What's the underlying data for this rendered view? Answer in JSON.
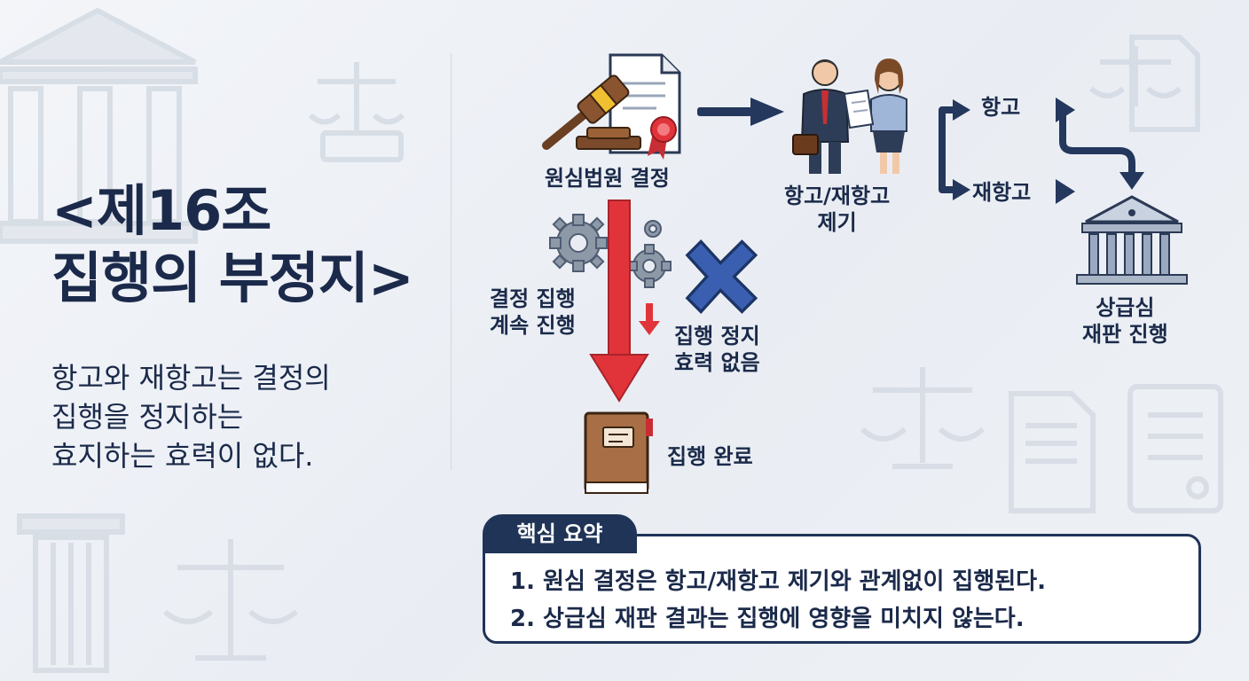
{
  "title": {
    "line1": "<제16조",
    "line2": "집행의 부정지>"
  },
  "description": {
    "line1": "항고와 재항고는 결정의",
    "line2": "집행을 정지하는",
    "line3": "효지하는 효력이 없다."
  },
  "diagram": {
    "original_decision": "원심법원 결정",
    "appeal_filing_line1": "항고/재항고",
    "appeal_filing_line2": "제기",
    "appeal": "항고",
    "reappeal": "재항고",
    "higher_court_line1": "상급심",
    "higher_court_line2": "재판 진행",
    "continue_execution_line1": "결정 집행",
    "continue_execution_line2": "계속 진행",
    "no_stay_line1": "집행 정지",
    "no_stay_line2": "효력 없음",
    "execution_complete": "집행 완료"
  },
  "summary": {
    "tab_label": "핵심 요약",
    "items": [
      "1. 원심 결정은 항고/재항고 제기와 관계없이 집행된다.",
      "2. 상급심 재판 결과는 집행에 영향을 미치지 않는다."
    ]
  },
  "colors": {
    "navy": "#1f3457",
    "red_arrow": "#e0343a",
    "blue_x": "#3b5fb0",
    "background": "#eef1f5"
  }
}
